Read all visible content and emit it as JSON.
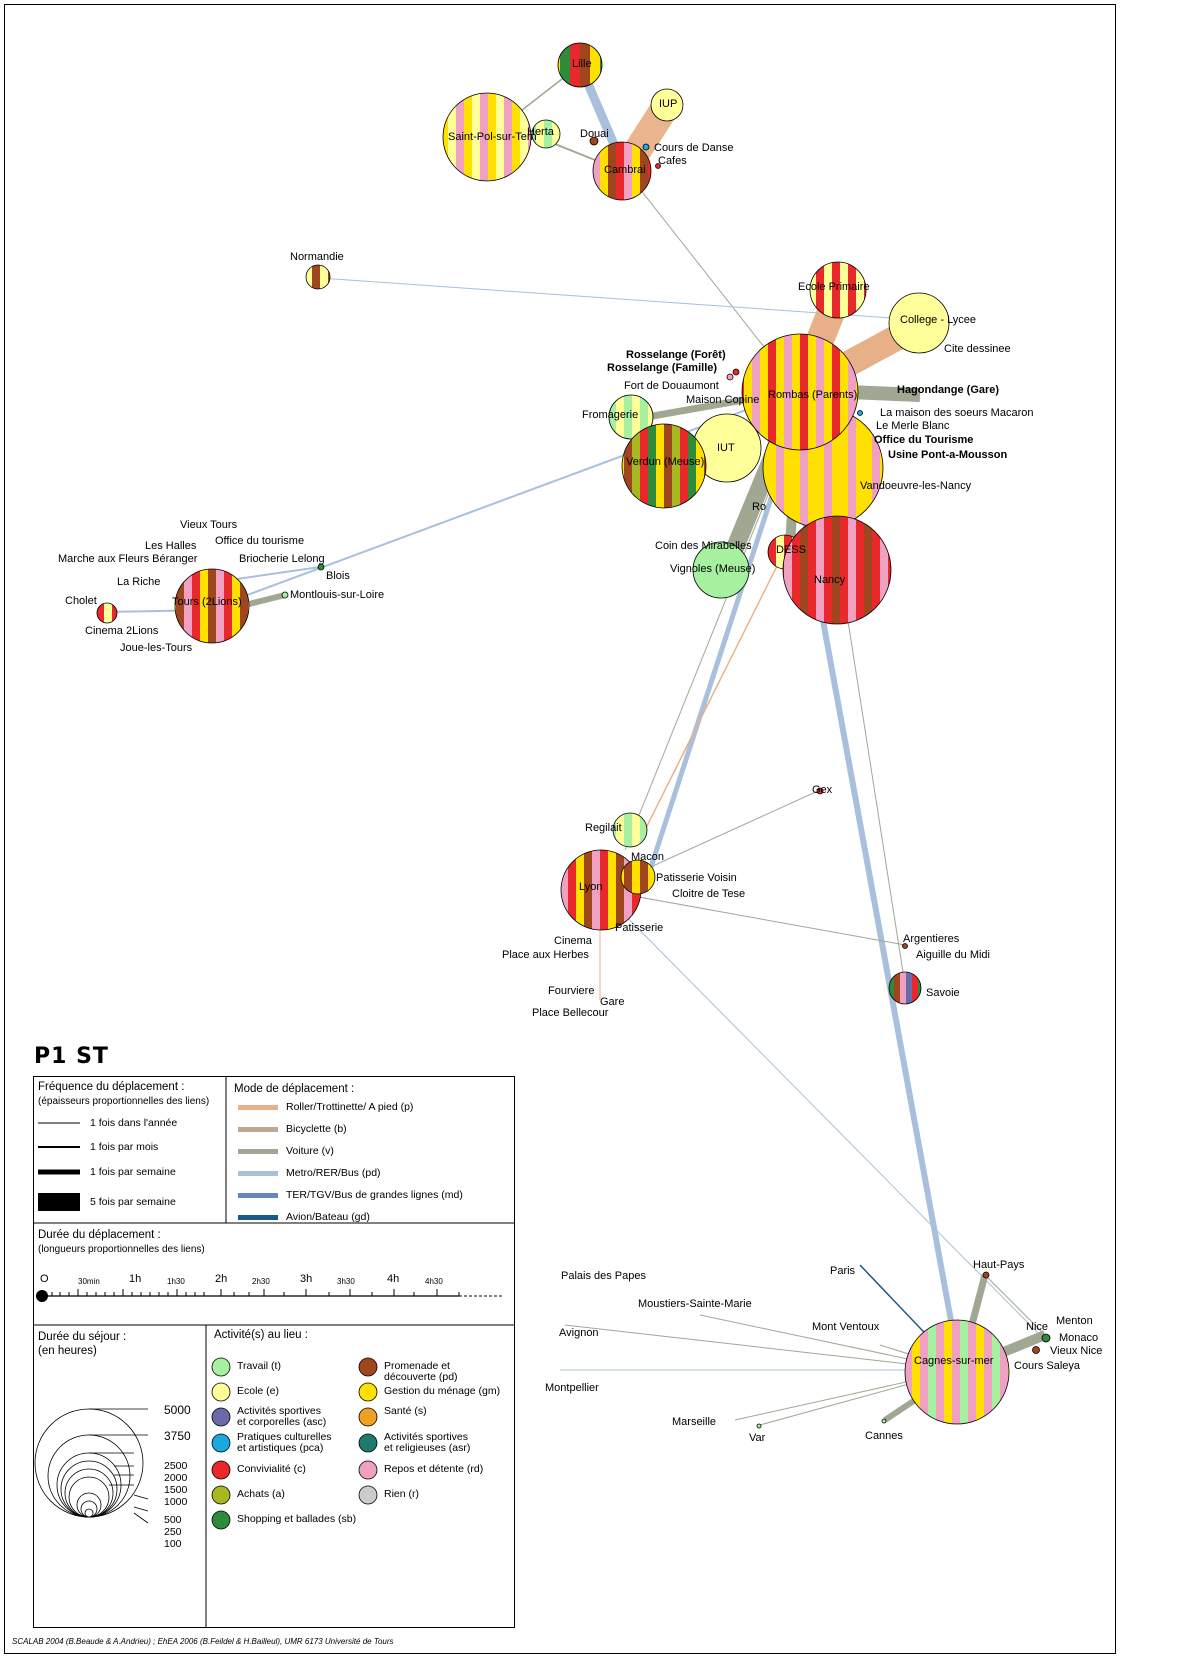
{
  "title": "P1 ST",
  "credits": "SCALAB 2004 (B.Beaude & A.Andrieu) ; EhEA 2006 (B.Feildel & H.Bailleul), UMR 6173 Université de Tours",
  "colors": {
    "travail": "#a6f0a0",
    "ecole": "#ffff99",
    "asc": "#6a6aaa",
    "pca": "#1aa8e0",
    "convivialite": "#e8282a",
    "achats": "#a8b820",
    "shopping": "#2e8b3a",
    "promenade": "#a0461e",
    "menage": "#ffe000",
    "sante": "#f0a020",
    "asr": "#1f7a6e",
    "repos": "#f0a0c0",
    "rien": "#cccccc",
    "roller": "#e8b088",
    "bicyclette": "#c0a890",
    "voiture": "#a0a894",
    "metro": "#a8c0dc",
    "ter": "#6888b8",
    "avion": "#1a5a8a"
  },
  "places": {
    "lille": "Lille",
    "saintpol": "Saint-Pol-sur-Tern",
    "herta": "Herta",
    "douai": "Douai",
    "cambrai": "Cambrai",
    "iup": "IUP",
    "coursdanse": "Cours de Danse",
    "cafes": "Cafes",
    "normandie": "Normandie",
    "ecoleprimaire": "Ecole Primaire",
    "college": "College - Lycee",
    "cite": "Cite dessinee",
    "rossforet": "Rosselange (Forêt)",
    "rossfamille": "Rosselange (Famille)",
    "douaumont": "Fort de Douaumont",
    "maisoncopine": "Maison Copine",
    "rombas": "Rombas (Parents)",
    "hagondange": "Hagondange (Gare)",
    "macaron": "La maison des soeurs Macaron",
    "merle": "Le Merle Blanc",
    "office": "Office du Tourisme",
    "usine": "Usine Pont-a-Mousson",
    "fromagerie": "Fromagerie",
    "iut": "IUT",
    "verdun": "Verdun (Meuse)",
    "vandoeuvre": "Vandoeuvre-les-Nancy",
    "ro": "Ro",
    "mirabelles": "Coin des Mirabelles",
    "dess": "DESS",
    "vignoles": "Vignoles (Meuse)",
    "nancy": "Nancy",
    "vieuxtours": "Vieux Tours",
    "leshalles": "Les Halles",
    "officetourisme": "Office du tourisme",
    "marchefleurs": "Marche aux Fleurs Béranger",
    "briocherie": "Briocherie Lelong",
    "blois": "Blois",
    "lariche": "La Riche",
    "tours": "Tours (2Lions)",
    "montlouis": "Montlouis-sur-Loire",
    "cholet": "Cholet",
    "cinema2lions": "Cinema 2Lions",
    "joue": "Joue-les-Tours",
    "gex": "Gex",
    "regilait": "Regilait",
    "macon": "Macon",
    "lyon": "Lyon",
    "patisserievoisin": "Patisserie Voisin",
    "cloitre": "Cloitre de Tese",
    "cinema": "Cinema",
    "patisserie": "Patisserie",
    "placeherbes": "Place aux Herbes",
    "argentieres": "Argentieres",
    "aiguille": "Aiguille du Midi",
    "fourviere": "Fourviere",
    "gare": "Gare",
    "bellecour": "Place Bellecour",
    "savoie": "Savoie",
    "paris": "Paris",
    "hautpays": "Haut-Pays",
    "palais": "Palais des Papes",
    "moustiers": "Moustiers-Sainte-Marie",
    "ventoux": "Mont Ventoux",
    "avignon": "Avignon",
    "menton": "Menton",
    "nice": "Nice",
    "monaco": "Monaco",
    "vieuxnice": "Vieux Nice",
    "saleya": "Cours Saleya",
    "cagnes": "Cagnes-sur-mer",
    "montpellier": "Montpellier",
    "marseille": "Marseille",
    "var": "Var",
    "cannes": "Cannes"
  },
  "legend": {
    "freq_title": "Fréquence du déplacement :",
    "freq_sub": "(épaisseurs proportionnelles des liens)",
    "freq": [
      "1 fois dans l'année",
      "1 fois par mois",
      "1 fois par semaine",
      "5 fois par semaine"
    ],
    "mode_title": "Mode de déplacement :",
    "modes": [
      "Roller/Trottinette/ A pied (p)",
      "Bicyclette (b)",
      "Voiture (v)",
      "Metro/RER/Bus (pd)",
      "TER/TGV/Bus de grandes lignes (md)",
      "Avion/Bateau (gd)"
    ],
    "duree_title": "Durée du déplacement :",
    "duree_sub": "(longueurs proportionnelles des liens)",
    "scale": [
      "O",
      "30min",
      "1h",
      "1h30",
      "2h",
      "2h30",
      "3h",
      "3h30",
      "4h",
      "4h30"
    ],
    "sejour_title": "Durée du séjour :",
    "sejour_sub": "(en heures)",
    "sejour_values": [
      "5000",
      "3750",
      "2500",
      "2000",
      "1500",
      "1000",
      "500",
      "250",
      "100"
    ],
    "act_title": "Activité(s) au lieu :",
    "acts_left": [
      "Travail (t)",
      "Ecole (e)",
      "Activités sportives|et corporelles (asc)",
      "Pratiques culturelles|et artistiques (pca)",
      "Convivialité (c)",
      "Achats (a)",
      "Shopping et ballades (sb)"
    ],
    "acts_right": [
      "Promenade et|découverte (pd)",
      "Gestion du ménage (gm)",
      "Santé (s)",
      "Activités sportives|et religieuses (asr)",
      "Repos et détente (rd)",
      "Rien (r)"
    ]
  }
}
